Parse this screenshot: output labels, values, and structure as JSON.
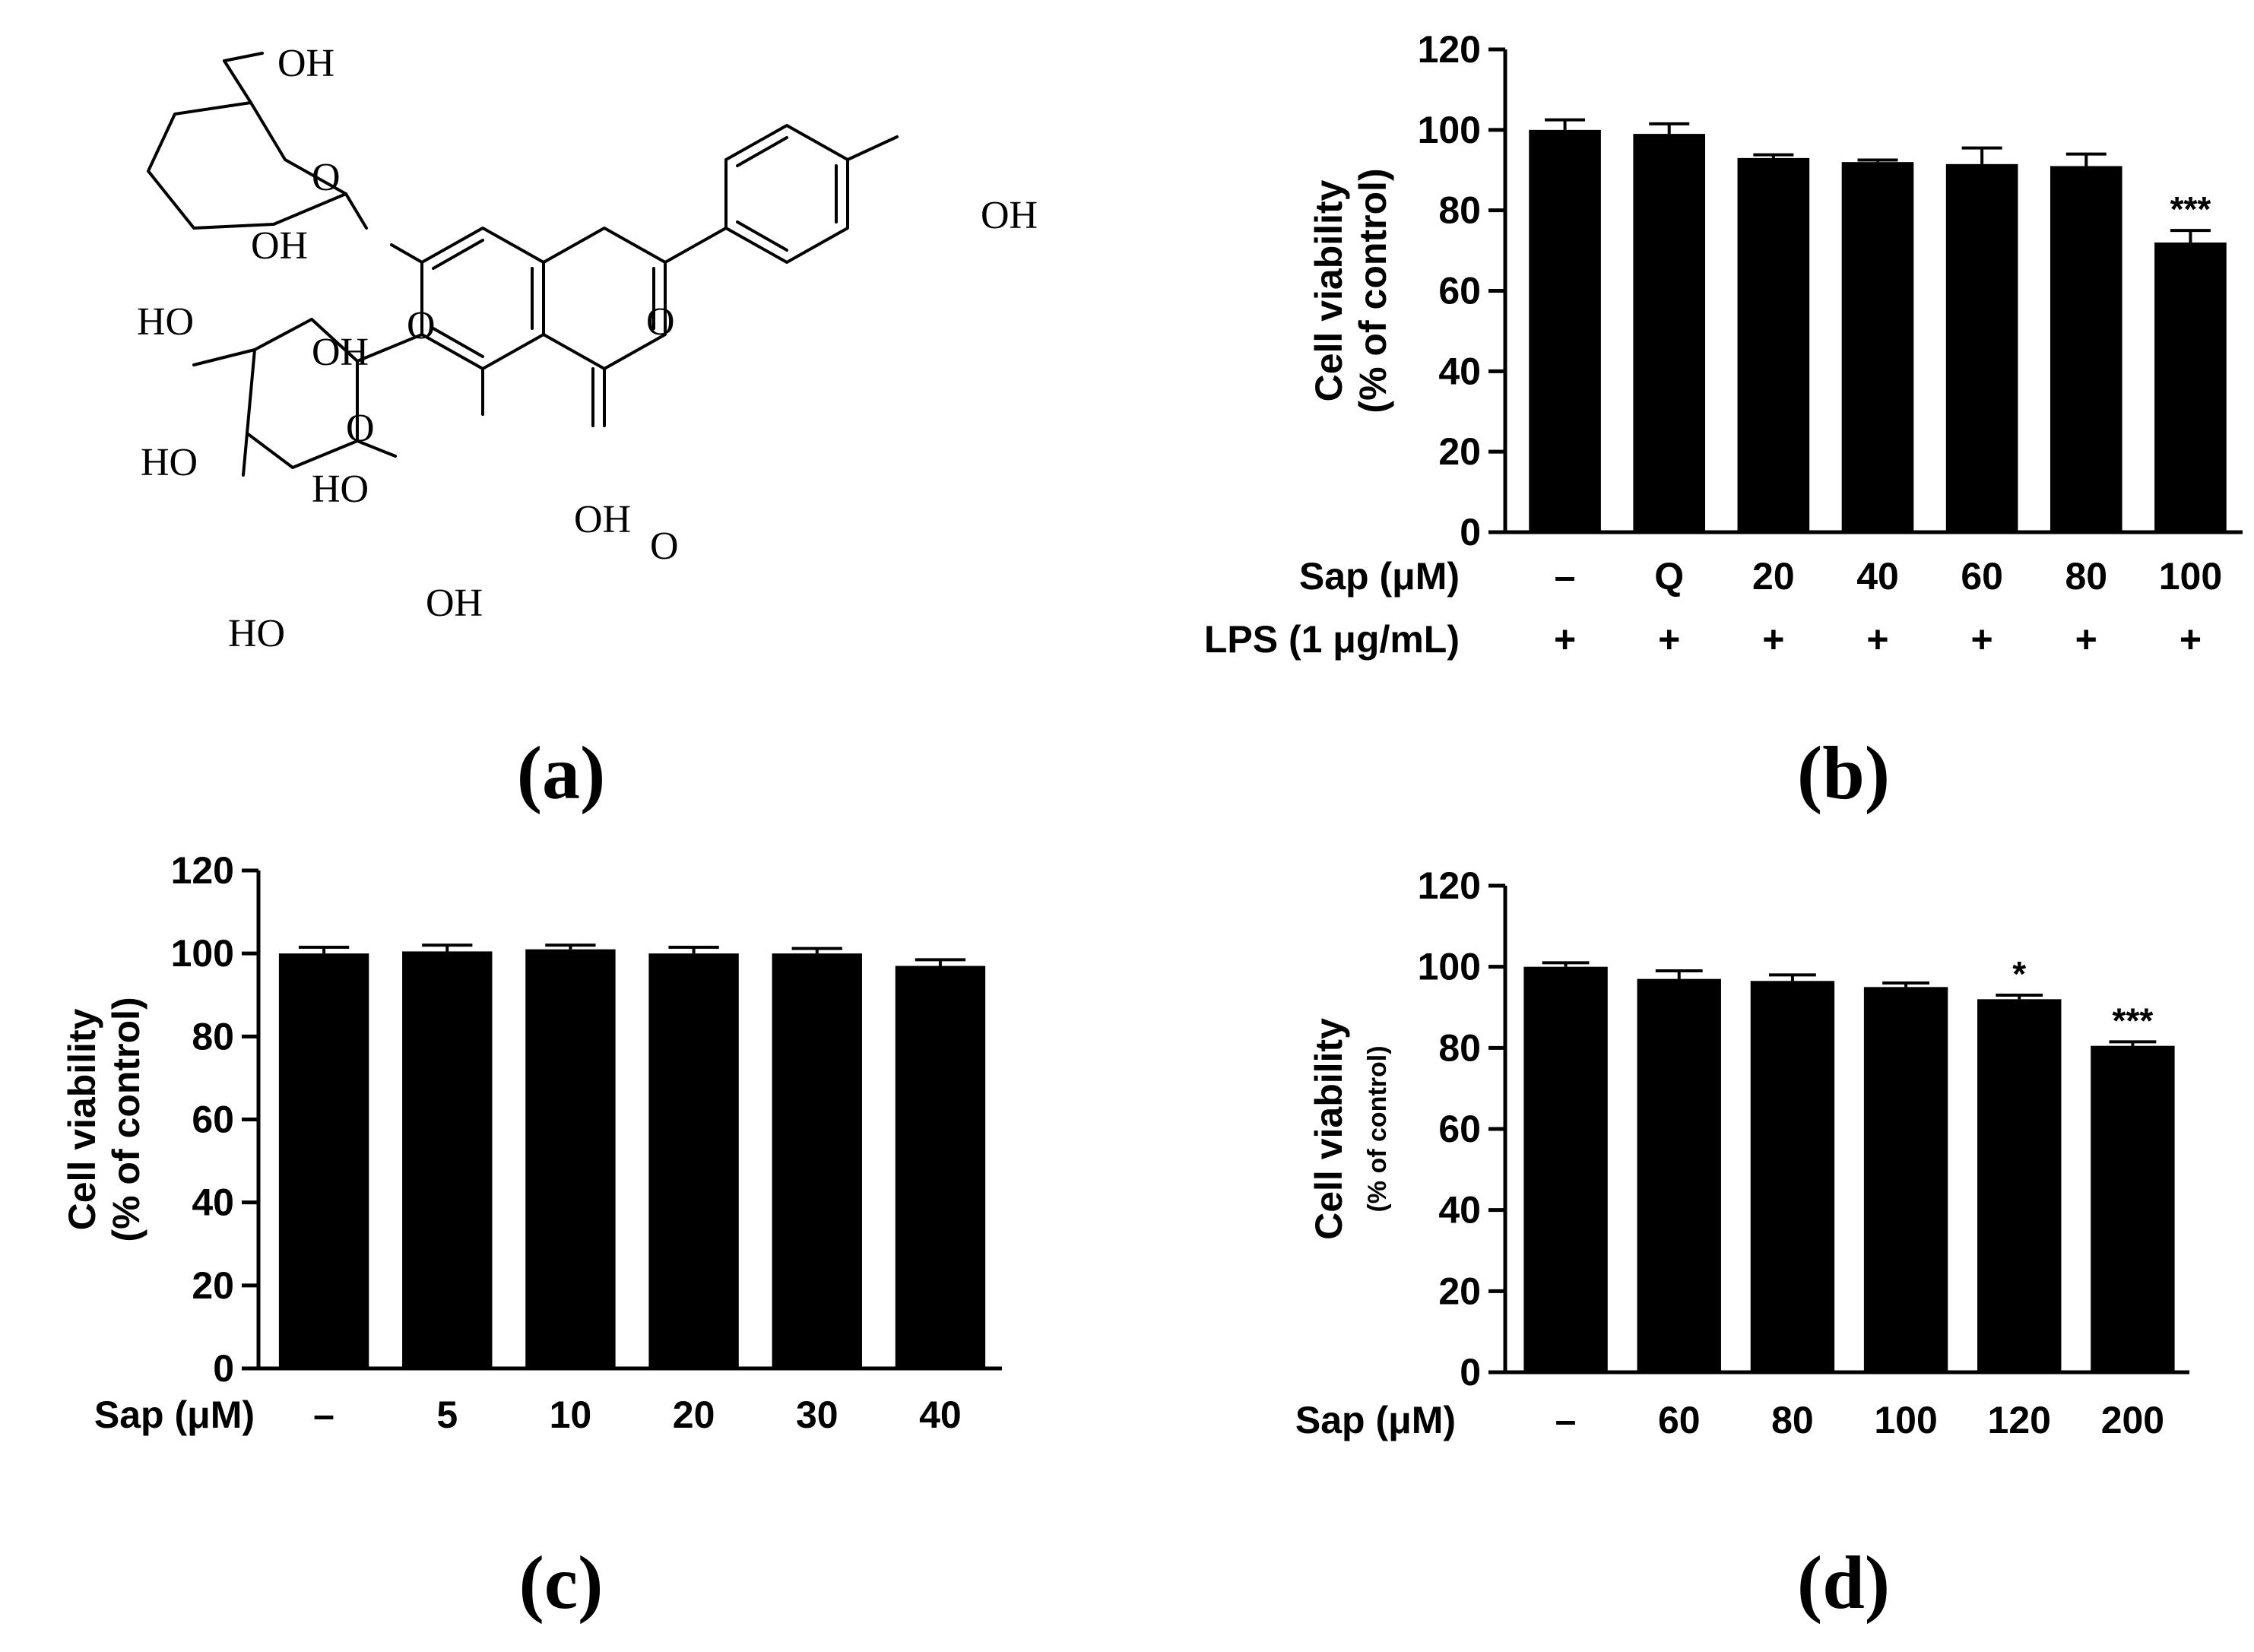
{
  "panels": {
    "a": {
      "label": "(a)",
      "structure_labels": [
        "OH",
        "O",
        "OH",
        "HO",
        "OH",
        "O",
        "O",
        "OH",
        "HO",
        "O",
        "HO",
        "OH",
        "O",
        "HO",
        "OH"
      ]
    },
    "b": {
      "label": "(b)"
    },
    "c": {
      "label": "(c)"
    },
    "d": {
      "label": "(d)"
    }
  },
  "chart_data": [
    {
      "panel": "b",
      "type": "bar",
      "ylabel_lines": [
        "Cell viability",
        "(% of control)"
      ],
      "ylim": [
        0,
        120
      ],
      "yticks": [
        0,
        20,
        40,
        60,
        80,
        100,
        120
      ],
      "categories": [
        "–",
        "Q",
        "20",
        "40",
        "60",
        "80",
        "100"
      ],
      "values": [
        100,
        99,
        93,
        92,
        91.5,
        91,
        72
      ],
      "errors": [
        2.5,
        2.5,
        0.8,
        0.5,
        4,
        3,
        3
      ],
      "significance": [
        "",
        "",
        "",
        "",
        "",
        "",
        "***"
      ],
      "conditions": [
        {
          "label": "Sap (μM)",
          "values": [
            "–",
            "Q",
            "20",
            "40",
            "60",
            "80",
            "100"
          ]
        },
        {
          "label": "LPS (1 μg/mL)",
          "values": [
            "+",
            "+",
            "+",
            "+",
            "+",
            "+",
            "+"
          ]
        }
      ],
      "bar_color": "#000000"
    },
    {
      "panel": "c",
      "type": "bar",
      "ylabel_lines": [
        "Cell viability",
        "(% of control)"
      ],
      "ylim": [
        0,
        120
      ],
      "yticks": [
        0,
        20,
        40,
        60,
        80,
        100,
        120
      ],
      "categories": [
        "–",
        "5",
        "10",
        "20",
        "30",
        "40"
      ],
      "values": [
        100,
        100.5,
        101,
        100,
        100,
        97
      ],
      "errors": [
        1.5,
        1.5,
        1,
        1.5,
        1.2,
        1.5
      ],
      "significance": [
        "",
        "",
        "",
        "",
        "",
        ""
      ],
      "conditions": [
        {
          "label": "Sap (μM)",
          "values": [
            "–",
            "5",
            "10",
            "20",
            "30",
            "40"
          ]
        }
      ],
      "bar_color": "#000000"
    },
    {
      "panel": "d",
      "type": "bar",
      "ylabel_lines": [
        "Cell viability",
        "(% of control)"
      ],
      "ylim": [
        0,
        120
      ],
      "yticks": [
        0,
        20,
        40,
        60,
        80,
        100,
        120
      ],
      "categories": [
        "–",
        "60",
        "80",
        "100",
        "120",
        "200"
      ],
      "values": [
        100,
        97,
        96.5,
        95,
        92,
        80.5
      ],
      "errors": [
        1,
        2,
        1.5,
        1,
        1,
        1
      ],
      "significance": [
        "",
        "",
        "",
        "",
        "*",
        "***"
      ],
      "conditions": [
        {
          "label": "Sap (μM)",
          "values": [
            "–",
            "60",
            "80",
            "100",
            "120",
            "200"
          ]
        }
      ],
      "bar_color": "#000000"
    }
  ]
}
